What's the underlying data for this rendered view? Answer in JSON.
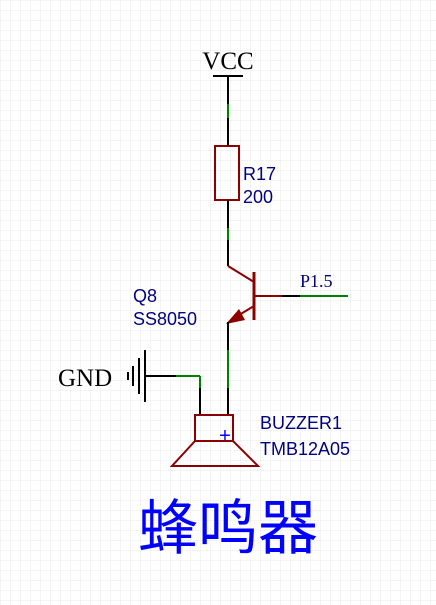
{
  "colors": {
    "background": "#ffffff",
    "grid": "#e6e6e6",
    "wire": "#008000",
    "component": "#8b0000",
    "pin": "#000000",
    "net_label": "#000000",
    "designator": "#000080",
    "title": "#0000ff"
  },
  "nets": {
    "vcc": "VCC",
    "gnd": "GND",
    "p15": "P1.5"
  },
  "components": {
    "resistor": {
      "designator": "R17",
      "value": "200"
    },
    "transistor": {
      "designator": "Q8",
      "value": "SS8050"
    },
    "buzzer": {
      "designator": "BUZZER1",
      "value": "TMB12A05",
      "polarity": "+"
    }
  },
  "title": "蜂鸣器"
}
